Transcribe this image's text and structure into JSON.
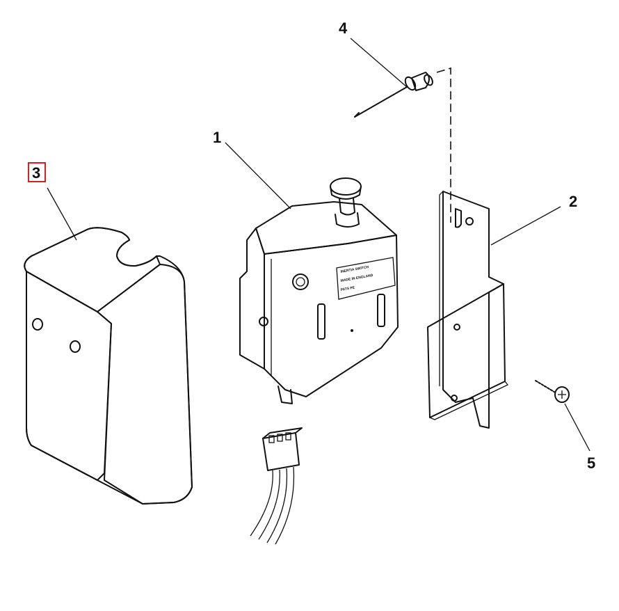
{
  "callouts": {
    "c1": "1",
    "c2": "2",
    "c3": "3",
    "c4": "4",
    "c5": "5"
  },
  "highlighted_callout": "3",
  "highlight_color": "#d62020",
  "switch_label_lines": [
    "INERTIA SWITCH",
    "MADE IN ENGLAND",
    "PATS PE"
  ]
}
